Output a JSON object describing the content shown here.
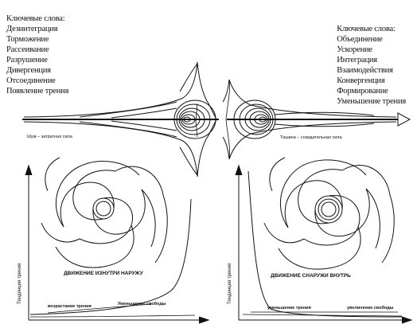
{
  "left": {
    "keywords_title": "Ключевые слова:",
    "keywords": [
      "Дезинтеграция",
      "Торможение",
      "Рассеивание",
      "Разрушение",
      "Дивергенция",
      "Отсоединение",
      "Появление трения"
    ],
    "wake_caption": "Шум – затратная сила",
    "motion_caption": "ДВИЖЕНИЕ ИЗНУТРИ НАРУЖУ",
    "axis_label": "Тенденция трения",
    "curve_label_1": "возрастание трения",
    "curve_label_2": "Уменьшение свободы"
  },
  "right": {
    "keywords_title": "Ключевые слова:",
    "keywords": [
      "Объединение",
      "Ускорение",
      "Интеграция",
      "Взаимодействия",
      "Конвергенция",
      "Формирование",
      "Уменьшение трения"
    ],
    "wake_caption": "Тишина – созидательная сила",
    "motion_caption": "ДВИЖЕНИЕ СНАРУЖИ ВНУТРЬ",
    "axis_label": "Тенденция трения",
    "curve_label_1": "уменьшение трения",
    "curve_label_2": "увеличение свободы"
  },
  "colors": {
    "ink": "#111111",
    "background": "#ffffff"
  }
}
